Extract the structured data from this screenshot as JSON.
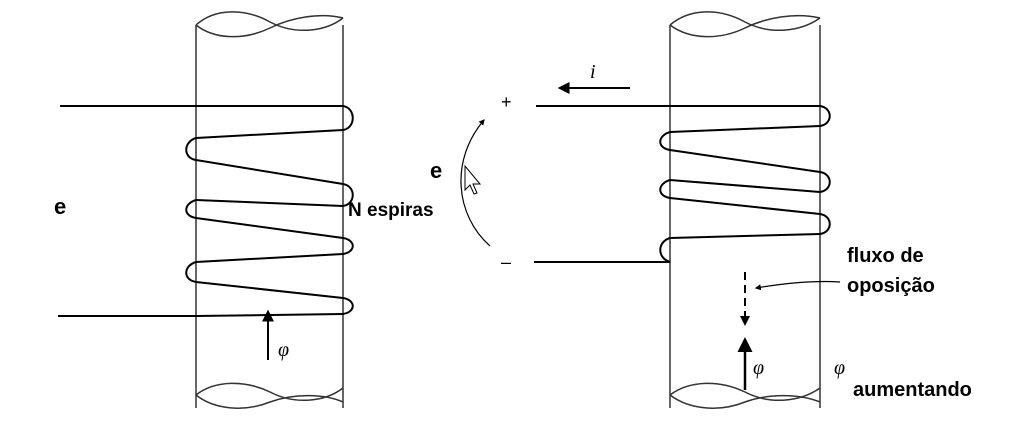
{
  "left_coil": {
    "emf_label": "e",
    "turns_label": "N espiras",
    "flux_label": "φ"
  },
  "right_coil": {
    "emf_label": "e",
    "plus_sign": "+",
    "minus_sign": "–",
    "current_label": "i",
    "opposing_flux_line1": "fluxo de",
    "opposing_flux_line2": "oposição",
    "flux_label_inner": "φ",
    "flux_label_outer": "φ",
    "increasing_label": "aumentando"
  },
  "icons": {
    "cursor": "mouse-pointer-icon"
  }
}
